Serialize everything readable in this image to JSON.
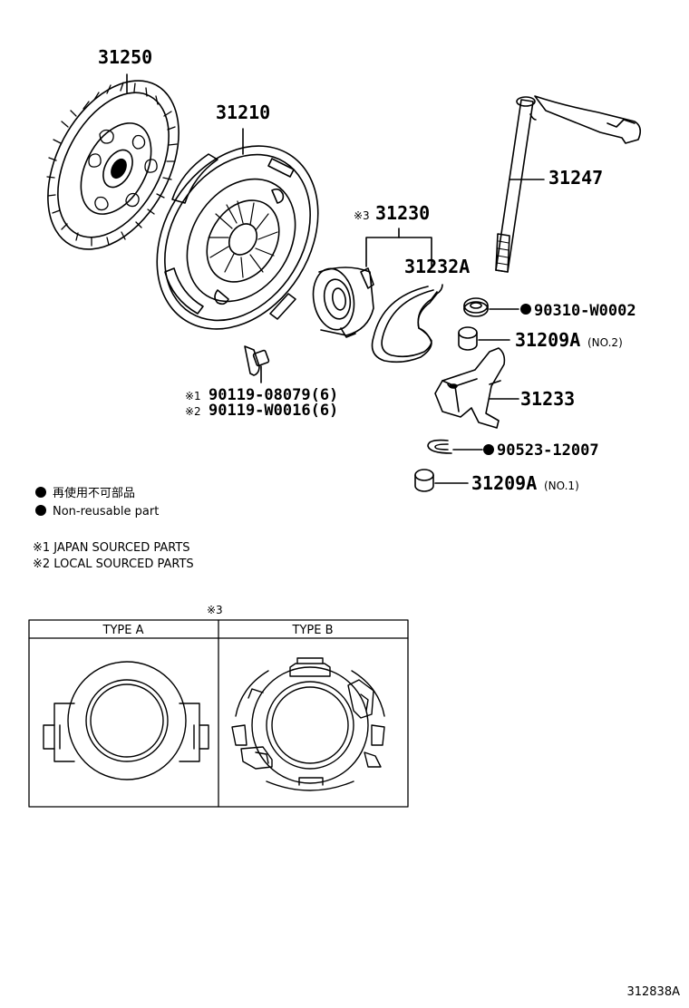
{
  "parts": {
    "p31250": "31250",
    "p31210": "31210",
    "p31247": "31247",
    "p31230_mark": "※3",
    "p31230": "31230",
    "p31232A": "31232A",
    "p90310": "90310-W0002",
    "p31209A_no2": "31209A",
    "p31209A_no2_tag": "(NO.2)",
    "p31233": "31233",
    "p90523": "90523-12007",
    "p31209A_no1": "31209A",
    "p31209A_no1_tag": "(NO.1)",
    "bolt1_mark": "※1",
    "bolt1": "90119-08079(6)",
    "bolt2_mark": "※2",
    "bolt2": "90119-W0016(6)"
  },
  "legend": {
    "non_reusable_jp": "再使用不可部品",
    "non_reusable_en": "Non-reusable part",
    "note1": "※1 JAPAN SOURCED PARTS",
    "note2": "※2 LOCAL SOURCED PARTS"
  },
  "type_table": {
    "mark": "※3",
    "type_a": "TYPE A",
    "type_b": "TYPE B"
  },
  "figure_ref": "312838A"
}
